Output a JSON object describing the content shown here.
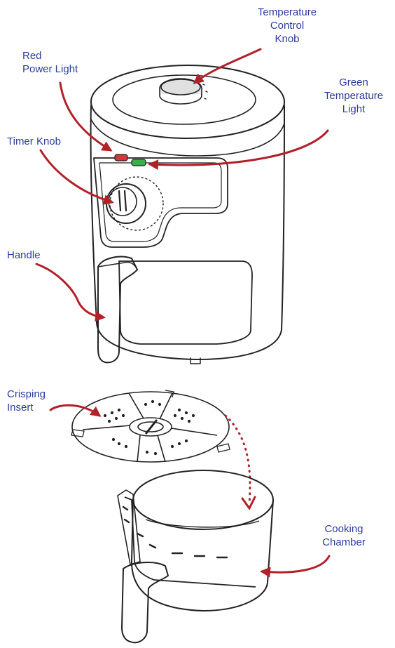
{
  "colors": {
    "label_text": "#2b3d97",
    "arrow": "#b3202a",
    "line_art": "#222222",
    "power_light": "#d8323a",
    "temperature_light": "#3fae49"
  },
  "labels": {
    "temperature_control_knob": [
      "Temperature",
      "Control",
      "Knob"
    ],
    "red_power_light": [
      "Red",
      "Power Light"
    ],
    "green_temperature_light": [
      "Green",
      "Temperature",
      "Light"
    ],
    "timer_knob": [
      "Timer Knob"
    ],
    "handle": [
      "Handle"
    ],
    "crisping_insert": [
      "Crisping",
      "Insert"
    ],
    "cooking_chamber": [
      "Cooking",
      "Chamber"
    ]
  }
}
